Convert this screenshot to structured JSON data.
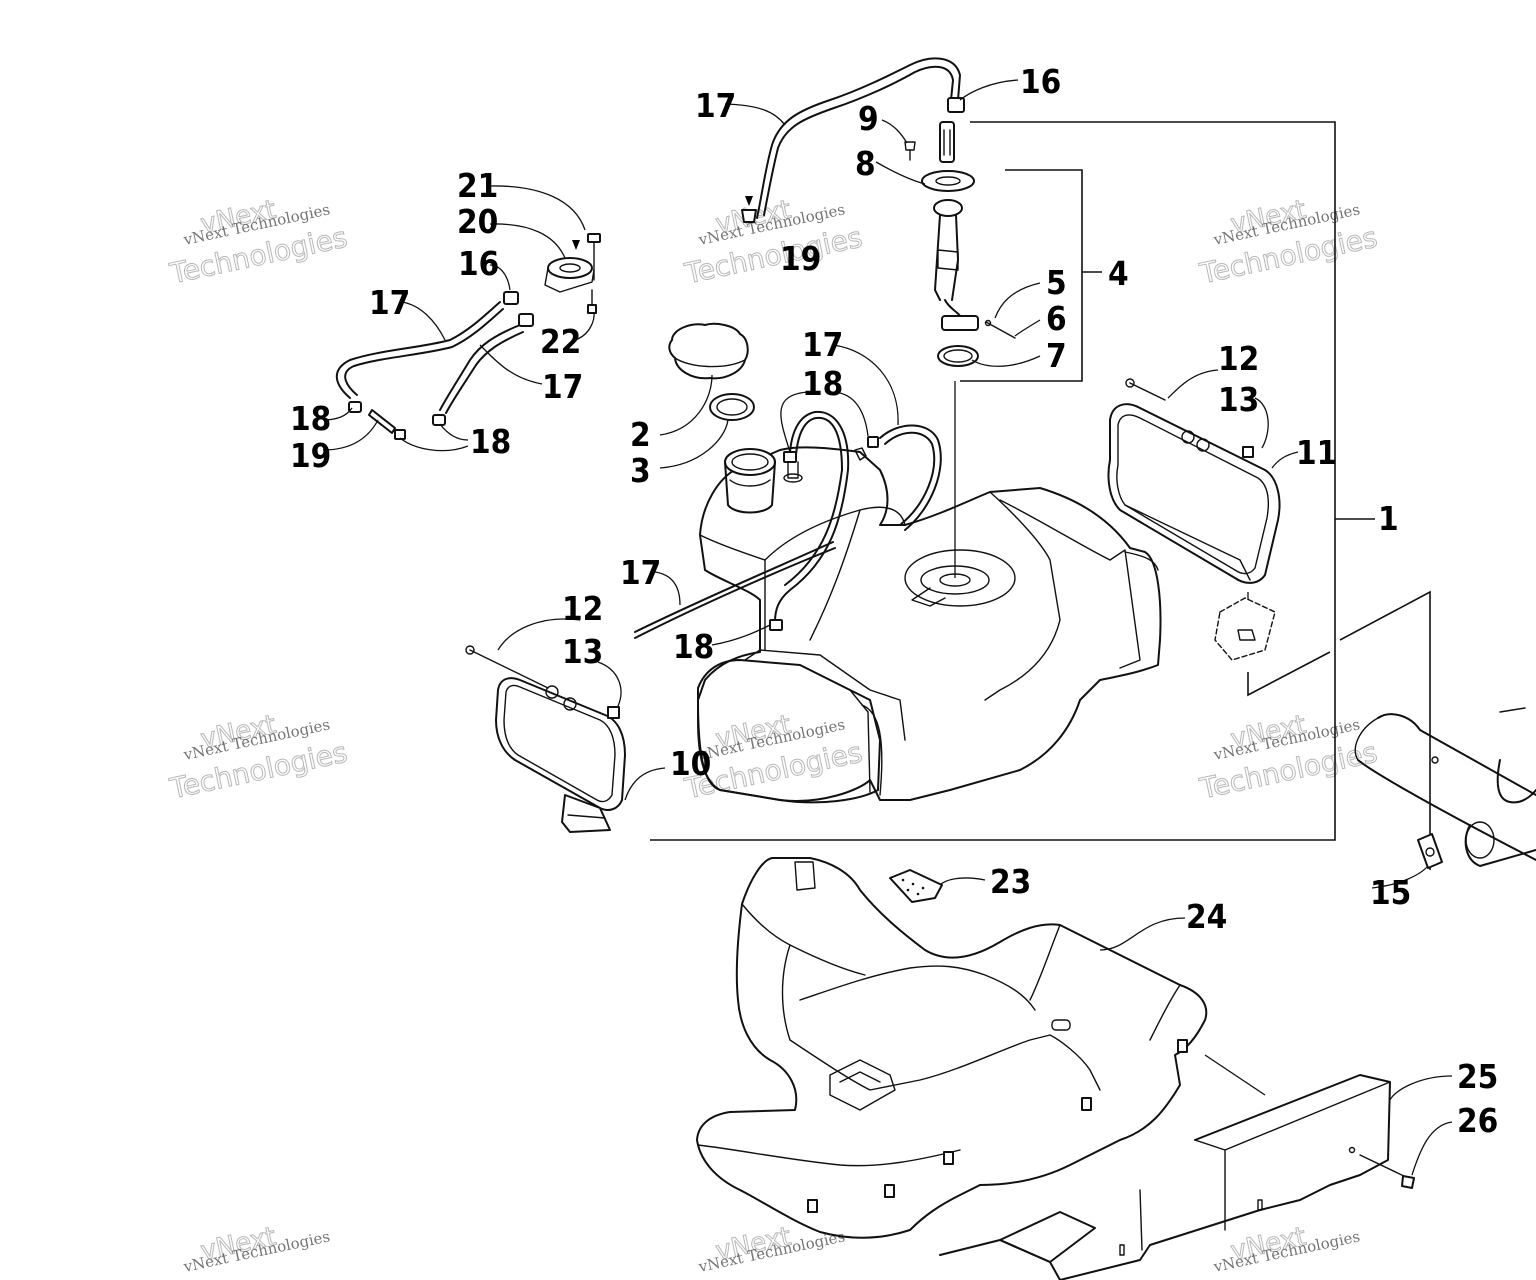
{
  "watermark": {
    "line1": "vNext",
    "line2": "vNext Technologies",
    "line3": "Technologies"
  },
  "callouts": [
    {
      "id": "c1",
      "label": "1"
    },
    {
      "id": "c2",
      "label": "2"
    },
    {
      "id": "c3",
      "label": "3"
    },
    {
      "id": "c4",
      "label": "4"
    },
    {
      "id": "c5",
      "label": "5"
    },
    {
      "id": "c6",
      "label": "6"
    },
    {
      "id": "c7",
      "label": "7"
    },
    {
      "id": "c8",
      "label": "8"
    },
    {
      "id": "c9",
      "label": "9"
    },
    {
      "id": "c10",
      "label": "10"
    },
    {
      "id": "c11",
      "label": "11"
    },
    {
      "id": "c12a",
      "label": "12"
    },
    {
      "id": "c12b",
      "label": "12"
    },
    {
      "id": "c13a",
      "label": "13"
    },
    {
      "id": "c13b",
      "label": "13"
    },
    {
      "id": "c15",
      "label": "15"
    },
    {
      "id": "c16a",
      "label": "16"
    },
    {
      "id": "c16b",
      "label": "16"
    },
    {
      "id": "c17a",
      "label": "17"
    },
    {
      "id": "c17b",
      "label": "17"
    },
    {
      "id": "c17c",
      "label": "17"
    },
    {
      "id": "c17d",
      "label": "17"
    },
    {
      "id": "c17e",
      "label": "17"
    },
    {
      "id": "c18a",
      "label": "18"
    },
    {
      "id": "c18b",
      "label": "18"
    },
    {
      "id": "c18c",
      "label": "18"
    },
    {
      "id": "c18d",
      "label": "18"
    },
    {
      "id": "c19a",
      "label": "19"
    },
    {
      "id": "c19b",
      "label": "19"
    },
    {
      "id": "c20",
      "label": "20"
    },
    {
      "id": "c21",
      "label": "21"
    },
    {
      "id": "c22",
      "label": "22"
    },
    {
      "id": "c23",
      "label": "23"
    },
    {
      "id": "c24",
      "label": "24"
    },
    {
      "id": "c25",
      "label": "25"
    },
    {
      "id": "c26",
      "label": "26"
    }
  ]
}
